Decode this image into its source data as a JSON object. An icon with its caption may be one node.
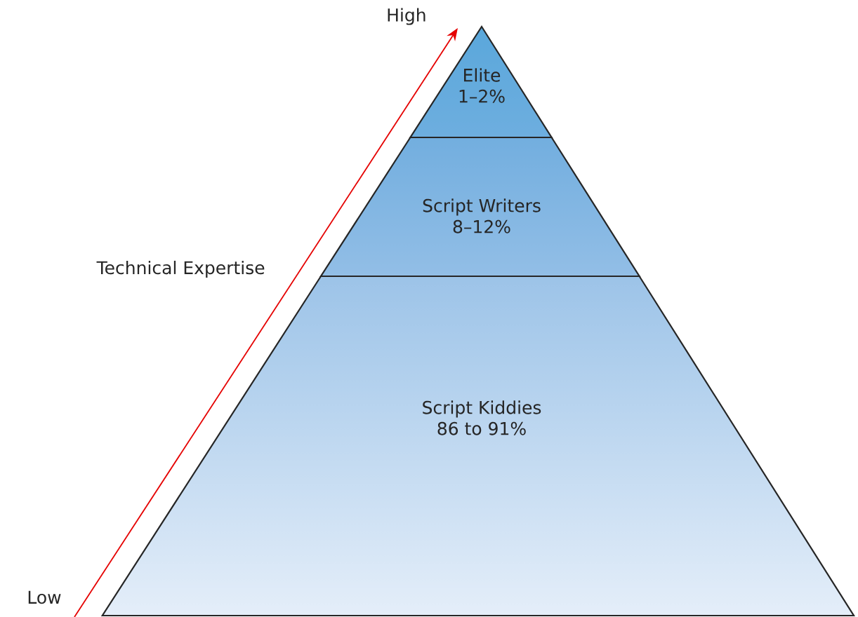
{
  "diagram": {
    "nodes": [
      {
        "text": [
          "Elite",
          "1–2%"
        ]
      },
      {
        "text": [
          "Script Writers",
          "8–12%"
        ]
      },
      {
        "text": [
          "Script Kiddies",
          "86 to 91%"
        ]
      }
    ],
    "labels": [
      "High",
      "Technical Expertise",
      "Low"
    ]
  }
}
